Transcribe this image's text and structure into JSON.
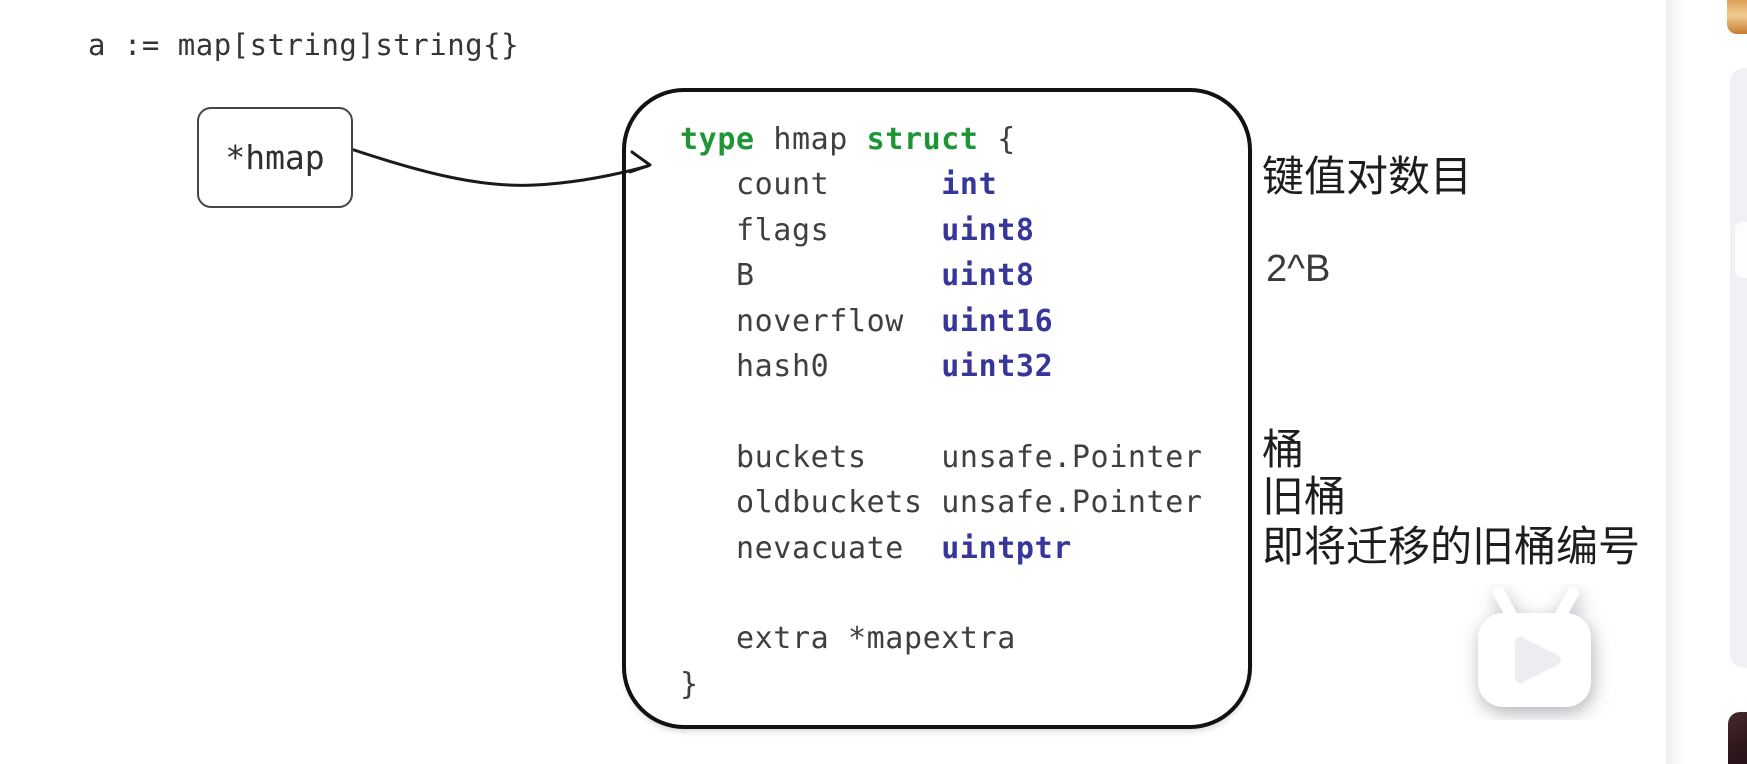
{
  "declaration": {
    "text": "a := map[string]string{}"
  },
  "pointer_box": {
    "label": "*hmap"
  },
  "struct_code": {
    "lines": [
      [
        {
          "t": "type ",
          "c": "kw"
        },
        {
          "t": "hmap ",
          "c": "pl"
        },
        {
          "t": "struct ",
          "c": "kw"
        },
        {
          "t": "{",
          "c": "pl"
        }
      ],
      [
        {
          "t": "   count      ",
          "c": "pl"
        },
        {
          "t": "int",
          "c": "ty"
        }
      ],
      [
        {
          "t": "   flags      ",
          "c": "pl"
        },
        {
          "t": "uint8",
          "c": "ty"
        }
      ],
      [
        {
          "t": "   B          ",
          "c": "pl"
        },
        {
          "t": "uint8",
          "c": "ty"
        }
      ],
      [
        {
          "t": "   noverflow  ",
          "c": "pl"
        },
        {
          "t": "uint16",
          "c": "ty"
        }
      ],
      [
        {
          "t": "   hash0      ",
          "c": "pl"
        },
        {
          "t": "uint32",
          "c": "ty"
        }
      ],
      [],
      [
        {
          "t": "   buckets    unsafe.Pointer",
          "c": "pl"
        }
      ],
      [
        {
          "t": "   oldbuckets unsafe.Pointer",
          "c": "pl"
        }
      ],
      [
        {
          "t": "   nevacuate  ",
          "c": "pl"
        },
        {
          "t": "uintptr",
          "c": "ty"
        }
      ],
      [],
      [
        {
          "t": "   extra *mapextra",
          "c": "pl"
        }
      ],
      [
        {
          "t": "}",
          "c": "pl"
        }
      ]
    ]
  },
  "annotations": {
    "count": "键值对数目",
    "b": "2^B",
    "buckets": "桶",
    "oldbuckets": "旧桶",
    "nevacuate": "即将迁移的旧桶编号"
  },
  "colors": {
    "kw": "#1f9636",
    "ty": "#37379b",
    "pl": "#3f3f3f",
    "border": "#121212",
    "ann": "#1d1d1d",
    "orange_chip_top": "#dda157",
    "orange_chip_mid": "#f2cb92",
    "orange_chip_bottom": "#c87c30",
    "sidebar_card": "#f0f1f4",
    "thumbnail_dark": "#30191d"
  },
  "icons": {
    "watermark": "tv-play-watermark-icon",
    "play": "play-icon"
  }
}
